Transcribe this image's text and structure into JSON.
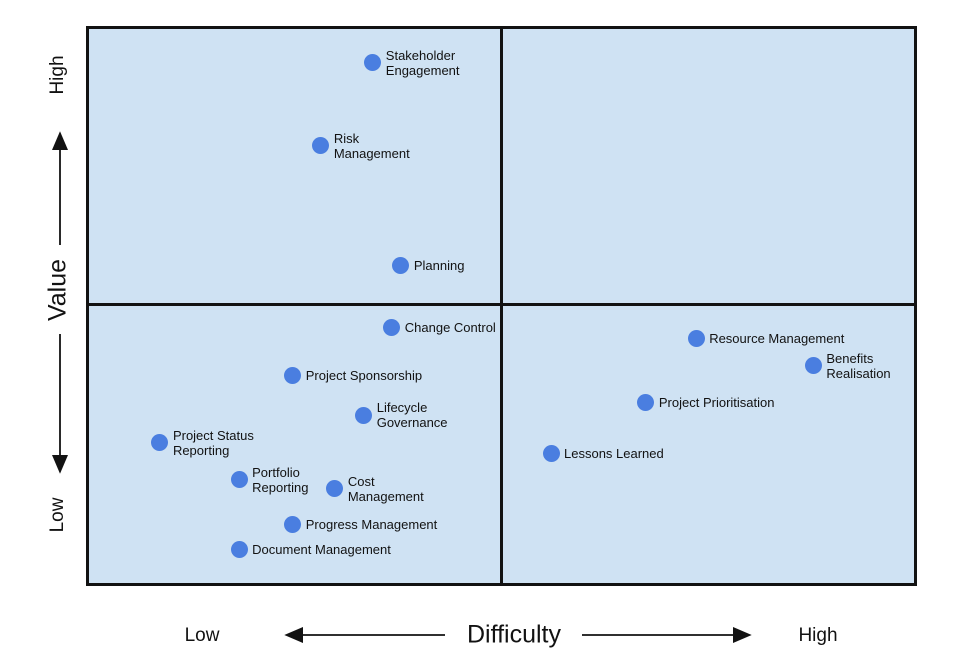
{
  "chart_data": {
    "type": "scatter",
    "title": "",
    "layout": "quadrant-matrix-2x2",
    "x_axis": {
      "label": "Difficulty",
      "low": "Low",
      "high": "High",
      "range": [
        0,
        100
      ]
    },
    "y_axis": {
      "label": "Value",
      "low": "Low",
      "high": "High",
      "range": [
        0,
        100
      ]
    },
    "colors": {
      "dot": "#4a7ee0",
      "quadrant_fill": "#cfe2f3",
      "border": "#121212",
      "text": "#121212"
    },
    "points": [
      {
        "label": "Stakeholder Engagement",
        "lines": [
          "Stakeholder",
          "Engagement"
        ],
        "difficulty": 34.4,
        "value": 93.9
      },
      {
        "label": "Risk Management",
        "lines": [
          "Risk",
          "Management"
        ],
        "difficulty": 28.1,
        "value": 78.9
      },
      {
        "label": "Planning",
        "lines": [
          "Planning"
        ],
        "difficulty": 37.8,
        "value": 57.4
      },
      {
        "label": "Change Control",
        "lines": [
          "Change Control"
        ],
        "difficulty": 36.7,
        "value": 46.2
      },
      {
        "label": "Project Sponsorship",
        "lines": [
          "Project Sponsorship"
        ],
        "difficulty": 24.7,
        "value": 37.4
      },
      {
        "label": "Lifecycle Governance",
        "lines": [
          "Lifecycle",
          "Governance"
        ],
        "difficulty": 33.3,
        "value": 30.3
      },
      {
        "label": "Project Status Reporting",
        "lines": [
          "Project Status",
          "Reporting"
        ],
        "difficulty": 8.6,
        "value": 25.3
      },
      {
        "label": "Portfolio Reporting",
        "lines": [
          "Portfolio",
          "Reporting"
        ],
        "difficulty": 18.2,
        "value": 18.6
      },
      {
        "label": "Cost Management",
        "lines": [
          "Cost",
          "Management"
        ],
        "difficulty": 29.8,
        "value": 17.0
      },
      {
        "label": "Progress Management",
        "lines": [
          "Progress Management"
        ],
        "difficulty": 24.7,
        "value": 10.6
      },
      {
        "label": "Document Management",
        "lines": [
          "Document Management"
        ],
        "difficulty": 18.2,
        "value": 6.1
      },
      {
        "label": "Resource Management",
        "lines": [
          "Resource Management"
        ],
        "difficulty": 73.6,
        "value": 44.2
      },
      {
        "label": "Benefits Realisation",
        "lines": [
          "Benefits",
          "Realisation"
        ],
        "difficulty": 87.8,
        "value": 39.2
      },
      {
        "label": "Project Prioritisation",
        "lines": [
          "Project Prioritisation"
        ],
        "difficulty": 67.5,
        "value": 32.5
      },
      {
        "label": "Lessons Learned",
        "lines": [
          "Lessons Learned"
        ],
        "difficulty": 56.0,
        "value": 23.3
      }
    ]
  }
}
